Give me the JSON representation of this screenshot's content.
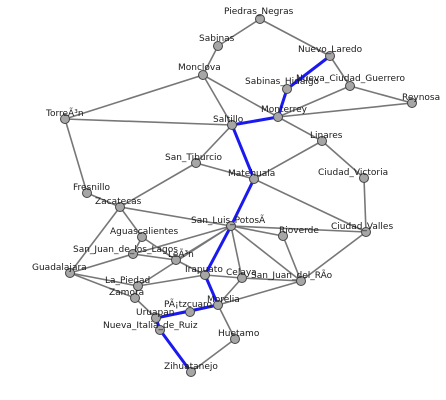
{
  "colors": {
    "background": "#ffffff",
    "edge": "#777777",
    "highlight": "#1a1af0",
    "node_fill": "#a6a6a6",
    "node_stroke": "#444444"
  },
  "nodes": [
    {
      "id": "piedras_negras",
      "label": "Piedras_Negras"
    },
    {
      "id": "sabinas",
      "label": "Sabinas"
    },
    {
      "id": "nuevo_laredo",
      "label": "Nuevo_Laredo"
    },
    {
      "id": "monclova",
      "label": "Monclova"
    },
    {
      "id": "sabinas_hidalgo",
      "label": "Sabinas_Hidalgo"
    },
    {
      "id": "nueva_ciudad_guerrero",
      "label": "Nueva_Ciudad_Guerrero"
    },
    {
      "id": "reynosa",
      "label": "Reynosa"
    },
    {
      "id": "monterrey",
      "label": "Monterrey"
    },
    {
      "id": "torreon",
      "label": "TorreÃ³n"
    },
    {
      "id": "saltillo",
      "label": "Saltillo"
    },
    {
      "id": "linares",
      "label": "Linares"
    },
    {
      "id": "san_tiburcio",
      "label": "San_Tiburcio"
    },
    {
      "id": "matehuala",
      "label": "Matehuala"
    },
    {
      "id": "ciudad_victoria",
      "label": "Ciudad_Victoria"
    },
    {
      "id": "fresnillo",
      "label": "Fresnillo"
    },
    {
      "id": "zacatecas",
      "label": "Zacatecas"
    },
    {
      "id": "san_luis_potosi",
      "label": "San_Luis_PotosÃ­"
    },
    {
      "id": "aguascalientes",
      "label": "Aguascalientes"
    },
    {
      "id": "rioverde",
      "label": "Rioverde"
    },
    {
      "id": "ciudad_valles",
      "label": "Ciudad_Valles"
    },
    {
      "id": "san_juan_de_los_lagos",
      "label": "San_Juan_de_los_Lagos"
    },
    {
      "id": "leon",
      "label": "LeÃ³n"
    },
    {
      "id": "guadalajara",
      "label": "Guadalajara"
    },
    {
      "id": "irapuato",
      "label": "Irapuato"
    },
    {
      "id": "celaya",
      "label": "Celaya"
    },
    {
      "id": "la_piedad",
      "label": "La_Piedad"
    },
    {
      "id": "san_juan_del_rio",
      "label": "San_Juan_del_RÃ­o"
    },
    {
      "id": "zamora",
      "label": "Zamora"
    },
    {
      "id": "patzcuaro",
      "label": "PÃ¡tzcuaro"
    },
    {
      "id": "morelia",
      "label": "Morelia"
    },
    {
      "id": "uruapan",
      "label": "Uruapan"
    },
    {
      "id": "nueva_italia",
      "label": "Nueva_Italia_de_Ruiz"
    },
    {
      "id": "huetamo",
      "label": "Huetamo"
    },
    {
      "id": "zihuatanejo",
      "label": "Zihuatanejo"
    }
  ],
  "edges": [
    [
      "piedras_negras",
      "sabinas"
    ],
    [
      "piedras_negras",
      "nuevo_laredo"
    ],
    [
      "sabinas",
      "monclova"
    ],
    [
      "monclova",
      "torreon"
    ],
    [
      "monclova",
      "saltillo"
    ],
    [
      "monclova",
      "monterrey"
    ],
    [
      "nuevo_laredo",
      "nueva_ciudad_guerrero"
    ],
    [
      "nuevo_laredo",
      "sabinas_hidalgo"
    ],
    [
      "sabinas_hidalgo",
      "monterrey"
    ],
    [
      "nueva_ciudad_guerrero",
      "reynosa"
    ],
    [
      "nueva_ciudad_guerrero",
      "monterrey"
    ],
    [
      "monterrey",
      "reynosa"
    ],
    [
      "monterrey",
      "saltillo"
    ],
    [
      "monterrey",
      "linares"
    ],
    [
      "torreon",
      "saltillo"
    ],
    [
      "torreon",
      "fresnillo"
    ],
    [
      "saltillo",
      "san_tiburcio"
    ],
    [
      "saltillo",
      "matehuala"
    ],
    [
      "linares",
      "matehuala"
    ],
    [
      "linares",
      "ciudad_victoria"
    ],
    [
      "san_tiburcio",
      "matehuala"
    ],
    [
      "san_tiburcio",
      "zacatecas"
    ],
    [
      "matehuala",
      "san_luis_potosi"
    ],
    [
      "matehuala",
      "ciudad_valles"
    ],
    [
      "ciudad_victoria",
      "ciudad_valles"
    ],
    [
      "fresnillo",
      "zacatecas"
    ],
    [
      "zacatecas",
      "aguascalientes"
    ],
    [
      "zacatecas",
      "san_luis_potosi"
    ],
    [
      "zacatecas",
      "guadalajara"
    ],
    [
      "aguascalientes",
      "san_juan_de_los_lagos"
    ],
    [
      "aguascalientes",
      "leon"
    ],
    [
      "san_luis_potosi",
      "rioverde"
    ],
    [
      "san_luis_potosi",
      "ciudad_valles"
    ],
    [
      "san_luis_potosi",
      "san_juan_de_los_lagos"
    ],
    [
      "san_luis_potosi",
      "leon"
    ],
    [
      "san_luis_potosi",
      "irapuato"
    ],
    [
      "san_luis_potosi",
      "celaya"
    ],
    [
      "san_luis_potosi",
      "san_juan_del_rio"
    ],
    [
      "san_luis_potosi",
      "la_piedad"
    ],
    [
      "rioverde",
      "san_juan_del_rio"
    ],
    [
      "ciudad_valles",
      "san_juan_del_rio"
    ],
    [
      "san_juan_de_los_lagos",
      "leon"
    ],
    [
      "san_juan_de_los_lagos",
      "guadalajara"
    ],
    [
      "leon",
      "irapuato"
    ],
    [
      "guadalajara",
      "la_piedad"
    ],
    [
      "guadalajara",
      "zamora"
    ],
    [
      "irapuato",
      "celaya"
    ],
    [
      "irapuato",
      "la_piedad"
    ],
    [
      "irapuato",
      "morelia"
    ],
    [
      "celaya",
      "san_juan_del_rio"
    ],
    [
      "celaya",
      "morelia"
    ],
    [
      "la_piedad",
      "zamora"
    ],
    [
      "zamora",
      "uruapan"
    ],
    [
      "uruapan",
      "patzcuaro"
    ],
    [
      "patzcuaro",
      "morelia"
    ],
    [
      "morelia",
      "san_juan_del_rio"
    ],
    [
      "morelia",
      "huetamo"
    ],
    [
      "huetamo",
      "zihuatanejo"
    ]
  ],
  "highlighted_path": [
    "nuevo_laredo",
    "sabinas_hidalgo",
    "monterrey",
    "saltillo",
    "matehuala",
    "san_luis_potosi",
    "irapuato",
    "morelia",
    "uruapan",
    "nueva_italia",
    "zihuatanejo"
  ]
}
